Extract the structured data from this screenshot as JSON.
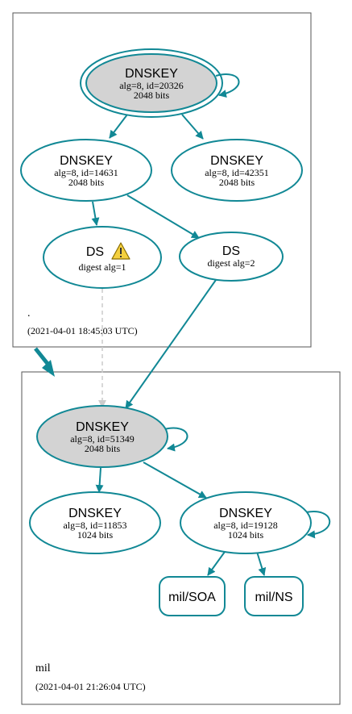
{
  "colors": {
    "edge": "#118895",
    "node_stroke": "#118895",
    "highlight_fill": "#d3d3d3",
    "zone_border": "#555555",
    "dashed_edge": "#cccccc",
    "warning_fill": "#f4d03f",
    "warning_stroke": "#8a6d00"
  },
  "zones": {
    "root": {
      "name": ".",
      "timestamp": "(2021-04-01 18:45:03 UTC)"
    },
    "mil": {
      "name": "mil",
      "timestamp": "(2021-04-01 21:26:04 UTC)"
    }
  },
  "nodes": {
    "root_ksk": {
      "title": "DNSKEY",
      "line1": "alg=8, id=20326",
      "line2": "2048 bits"
    },
    "root_zsk1": {
      "title": "DNSKEY",
      "line1": "alg=8, id=14631",
      "line2": "2048 bits"
    },
    "root_zsk2": {
      "title": "DNSKEY",
      "line1": "alg=8, id=42351",
      "line2": "2048 bits"
    },
    "ds1": {
      "title": "DS",
      "line1": "digest alg=1",
      "icon": "warning-icon"
    },
    "ds2": {
      "title": "DS",
      "line1": "digest alg=2"
    },
    "mil_ksk": {
      "title": "DNSKEY",
      "line1": "alg=8, id=51349",
      "line2": "2048 bits"
    },
    "mil_zsk1": {
      "title": "DNSKEY",
      "line1": "alg=8, id=11853",
      "line2": "1024 bits"
    },
    "mil_zsk2": {
      "title": "DNSKEY",
      "line1": "alg=8, id=19128",
      "line2": "1024 bits"
    },
    "mil_soa": {
      "label": "mil/SOA"
    },
    "mil_ns": {
      "label": "mil/NS"
    }
  }
}
